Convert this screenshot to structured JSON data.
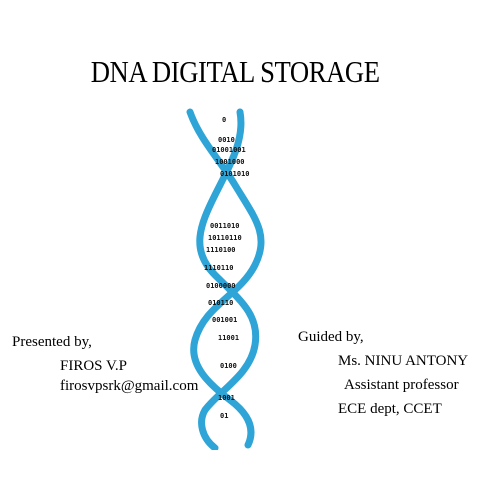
{
  "title": "DNA DIGITAL STORAGE",
  "presenter": {
    "heading": "Presented by,",
    "name": "FIROS V.P",
    "email": "firosvpsrk@gmail.com"
  },
  "guide": {
    "heading": "Guided by,",
    "name": "Ms. NINU ANTONY",
    "role": "Assistant professor",
    "dept": "ECE dept, CCET"
  },
  "helix": {
    "strand_color": "#2fa4d6",
    "rungs": [
      "0",
      "0010",
      "01001001",
      "1001000",
      "0101010",
      "0011010",
      "10110110",
      "1110100",
      "1110110",
      "0100000",
      "010110",
      "001001",
      "11001",
      "0100",
      "1001",
      "01"
    ]
  }
}
